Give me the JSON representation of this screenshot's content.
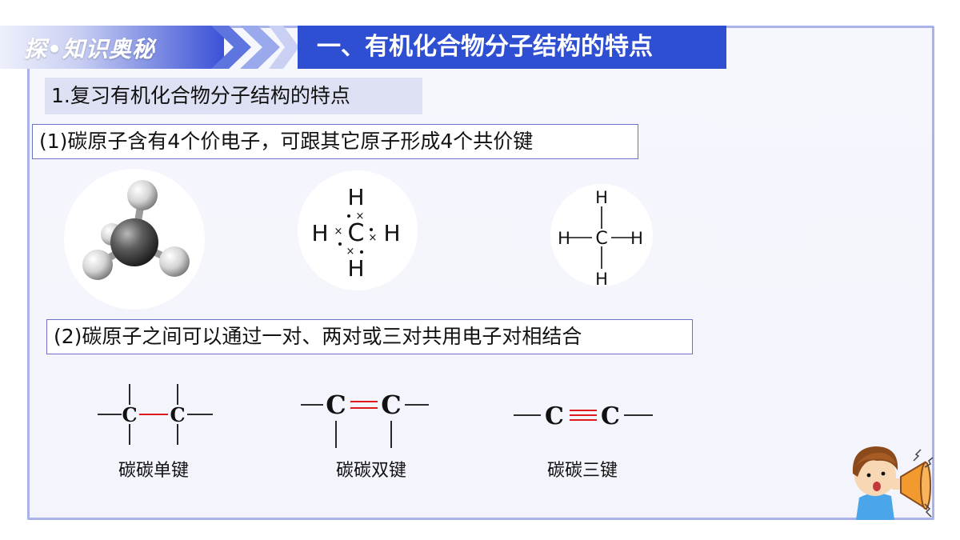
{
  "header": {
    "tag": "探•知识奥秘",
    "section_title": "一、有机化合物分子结构的特点"
  },
  "subheading": "1.复习有机化合物分子结构的特点",
  "points": [
    "(1)碳原子含有4个价电子，可跟其它原子形成4个共价键",
    "(2)碳原子之间可以通过一对、两对或三对共用电子对相结合"
  ],
  "methane": {
    "electron_formula": {
      "center": "C",
      "top": "H",
      "bottom": "H",
      "left": "H",
      "right": "H",
      "electron_mark": "×"
    },
    "structural_formula": {
      "center": "C",
      "top": "H",
      "bottom": "H",
      "left": "H",
      "right": "H"
    }
  },
  "bonds": [
    {
      "label": "碳碳单键",
      "atom": "C",
      "bond_order": 1
    },
    {
      "label": "碳碳双键",
      "atom": "C",
      "bond_order": 2
    },
    {
      "label": "碳碳三键",
      "atom": "C",
      "bond_order": 3
    }
  ],
  "colors": {
    "accent_blue": "#2f4fd3",
    "frame_border": "#a9b3ea",
    "bond_red": "#e0191e"
  }
}
